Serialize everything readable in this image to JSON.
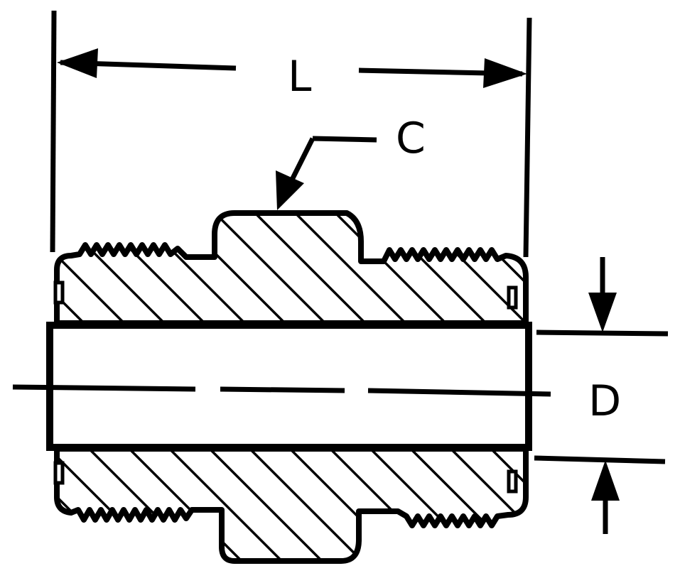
{
  "diagram": {
    "labels": {
      "length": "L",
      "callout": "C",
      "diameter": "D"
    },
    "colors": {
      "ink": "#000000",
      "paper": "#ffffff"
    }
  }
}
